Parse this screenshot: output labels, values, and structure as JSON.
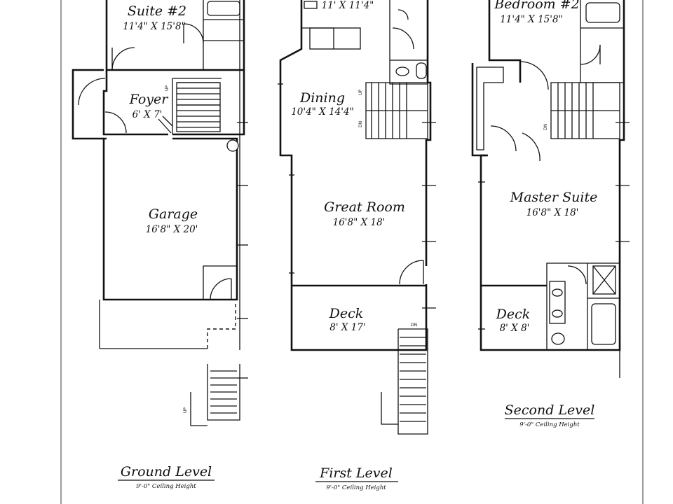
{
  "levels": {
    "ground": {
      "title": "Ground Level",
      "ceiling": "9'-0\" Ceiling Height",
      "rooms": {
        "suite2": {
          "name": "Suite #2",
          "dim": "11'4\" X 15'8\""
        },
        "foyer": {
          "name": "Foyer",
          "dim": "6' X 7'"
        },
        "garage": {
          "name": "Garage",
          "dim": "16'8\" X 20'"
        }
      }
    },
    "first": {
      "title": "First Level",
      "ceiling": "9'-0\" Ceiling Height",
      "rooms": {
        "kitchen": {
          "dim": "11' X 11'4\""
        },
        "dining": {
          "name": "Dining",
          "dim": "10'4\" X 14'4\""
        },
        "great_room": {
          "name": "Great Room",
          "dim": "16'8\" X 18'"
        },
        "deck": {
          "name": "Deck",
          "dim": "8' X 17'"
        }
      }
    },
    "second": {
      "title": "Second Level",
      "ceiling": "9'-0\" Ceiling Height",
      "rooms": {
        "bedroom2": {
          "name": "Bedroom #2",
          "dim": "11'4\" X 15'8\""
        },
        "master": {
          "name": "Master Suite",
          "dim": "16'8\" X 18'"
        },
        "deck": {
          "name": "Deck",
          "dim": "8' X 8'"
        }
      }
    }
  },
  "stair_tags": {
    "up": "UP",
    "down": "DN"
  }
}
